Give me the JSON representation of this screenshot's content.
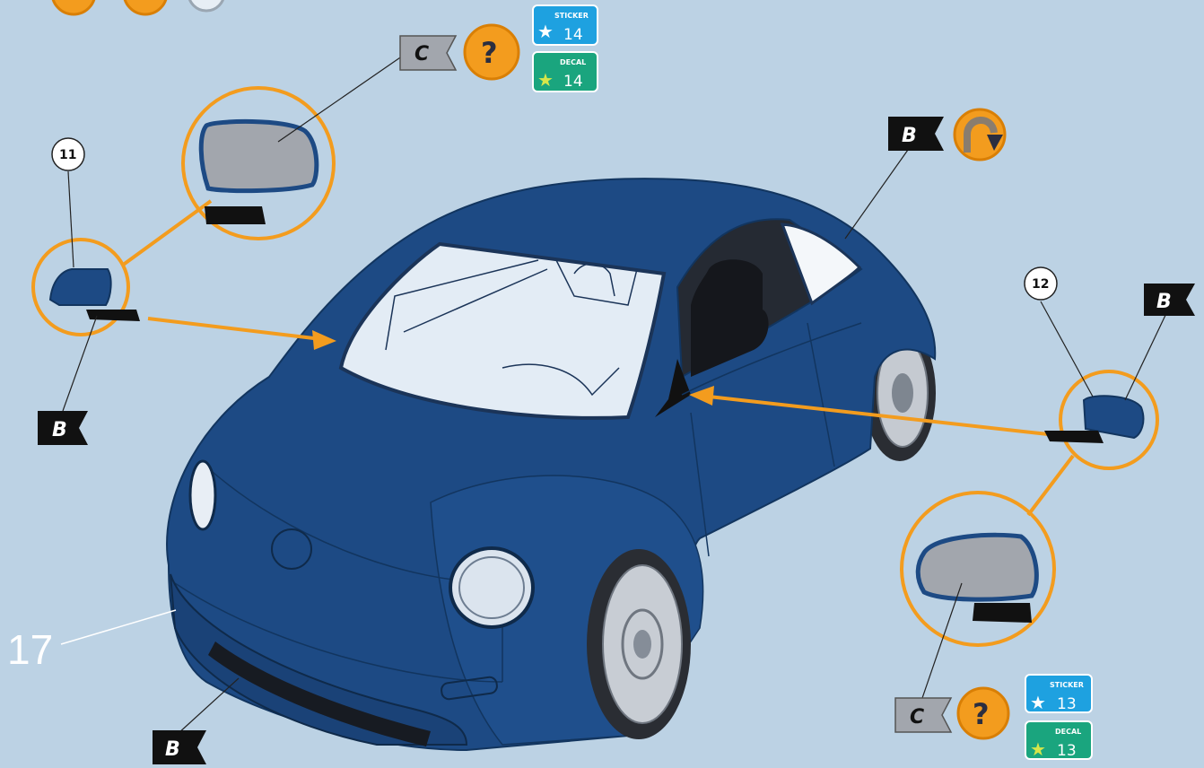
{
  "step": {
    "number": "17"
  },
  "callouts": [
    {
      "id": "11",
      "label": "11"
    },
    {
      "id": "12",
      "label": "12"
    }
  ],
  "flags": {
    "b_left": "B",
    "b_roof": "B",
    "b_right": "B",
    "b_bumper": "B",
    "c_top": "C",
    "c_bottom": "C"
  },
  "help_icons": {
    "top": "?",
    "bottom": "?"
  },
  "badges": {
    "sticker_top": {
      "label": "STICKER",
      "number": "14"
    },
    "decal_top": {
      "label": "DECAL",
      "number": "14"
    },
    "sticker_bottom": {
      "label": "STICKER",
      "number": "13"
    },
    "decal_bottom": {
      "label": "DECAL",
      "number": "13"
    }
  },
  "colors": {
    "background": "#bcd2e4",
    "car_body": "#1d4a84",
    "accent_orange": "#f39c1e",
    "sticker_blue": "#1ea1e0",
    "decal_green": "#1aa57e",
    "paint_grey": "#a2a6ad"
  },
  "icons": {
    "rotate": "rotate-arrow-icon",
    "help": "question-mark-icon"
  }
}
